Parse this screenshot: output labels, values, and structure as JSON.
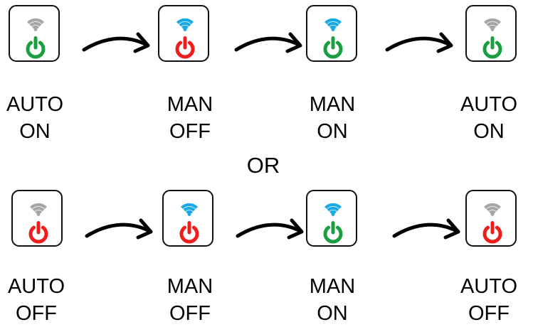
{
  "colors": {
    "wifi_on": "#1aa9e8",
    "wifi_off": "#a6a6a6",
    "power_on": "#1a9e3f",
    "power_off": "#f01d1d"
  },
  "separator": "OR",
  "rows": [
    {
      "states": [
        {
          "mode": "AUTO",
          "power": "ON",
          "wifi": "off",
          "power_color": "on"
        },
        {
          "mode": "MAN",
          "power": "OFF",
          "wifi": "on",
          "power_color": "off"
        },
        {
          "mode": "MAN",
          "power": "ON",
          "wifi": "on",
          "power_color": "on"
        },
        {
          "mode": "AUTO",
          "power": "ON",
          "wifi": "off",
          "power_color": "on"
        }
      ]
    },
    {
      "states": [
        {
          "mode": "AUTO",
          "power": "OFF",
          "wifi": "off",
          "power_color": "off"
        },
        {
          "mode": "MAN",
          "power": "OFF",
          "wifi": "on",
          "power_color": "off"
        },
        {
          "mode": "MAN",
          "power": "ON",
          "wifi": "on",
          "power_color": "on"
        },
        {
          "mode": "AUTO",
          "power": "OFF",
          "wifi": "off",
          "power_color": "off"
        }
      ]
    }
  ]
}
